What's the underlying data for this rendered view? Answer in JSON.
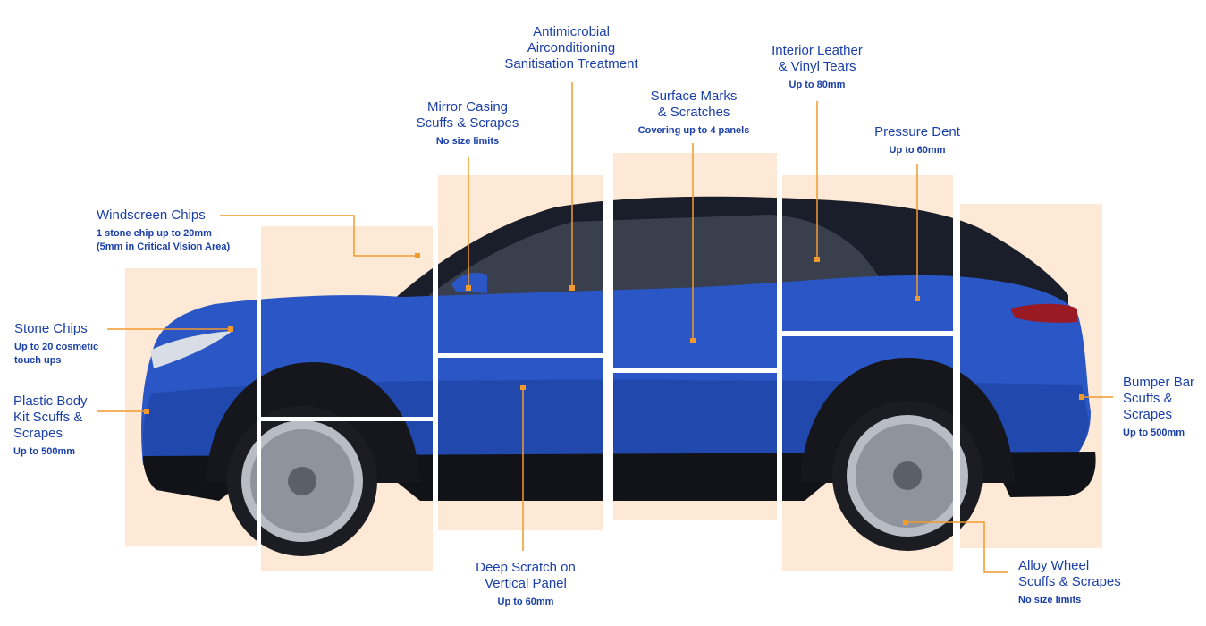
{
  "colors": {
    "panel_bg": "#fde9d6",
    "car_body": "#2a56c6",
    "label_text": "#1a3fa8",
    "leader_line": "#f29a2e"
  },
  "labels": {
    "antimicrobial": {
      "lines": [
        "Antimicrobial",
        "Airconditioning",
        "Sanitisation Treatment"
      ],
      "sub": ""
    },
    "interior_leather": {
      "lines": [
        "Interior Leather",
        "& Vinyl Tears"
      ],
      "sub": "Up to 80mm"
    },
    "mirror_casing": {
      "lines": [
        "Mirror Casing",
        "Scuffs & Scrapes"
      ],
      "sub": "No size limits"
    },
    "surface_marks": {
      "lines": [
        "Surface Marks",
        "& Scratches"
      ],
      "sub": "Covering up to 4 panels"
    },
    "pressure_dent": {
      "lines": [
        "Pressure Dent"
      ],
      "sub": "Up to 60mm"
    },
    "windscreen_chips": {
      "lines": [
        "Windscreen Chips"
      ],
      "sub_lines": [
        "1 stone chip up to 20mm",
        "(5mm in Critical Vision Area)"
      ]
    },
    "stone_chips": {
      "lines": [
        "Stone Chips"
      ],
      "sub_lines": [
        "Up to 20 cosmetic",
        "touch ups"
      ]
    },
    "plastic_body_kit": {
      "lines": [
        "Plastic Body",
        "Kit Scuffs &",
        "Scrapes"
      ],
      "sub": "Up to 500mm"
    },
    "bumper_bar": {
      "lines": [
        "Bumper Bar",
        "Scuffs &",
        "Scrapes"
      ],
      "sub": "Up to 500mm"
    },
    "deep_scratch": {
      "lines": [
        "Deep Scratch on",
        "Vertical Panel"
      ],
      "sub": "Up to 60mm"
    },
    "alloy_wheel": {
      "lines": [
        "Alloy Wheel",
        "Scuffs & Scrapes"
      ],
      "sub": "No size limits"
    }
  }
}
